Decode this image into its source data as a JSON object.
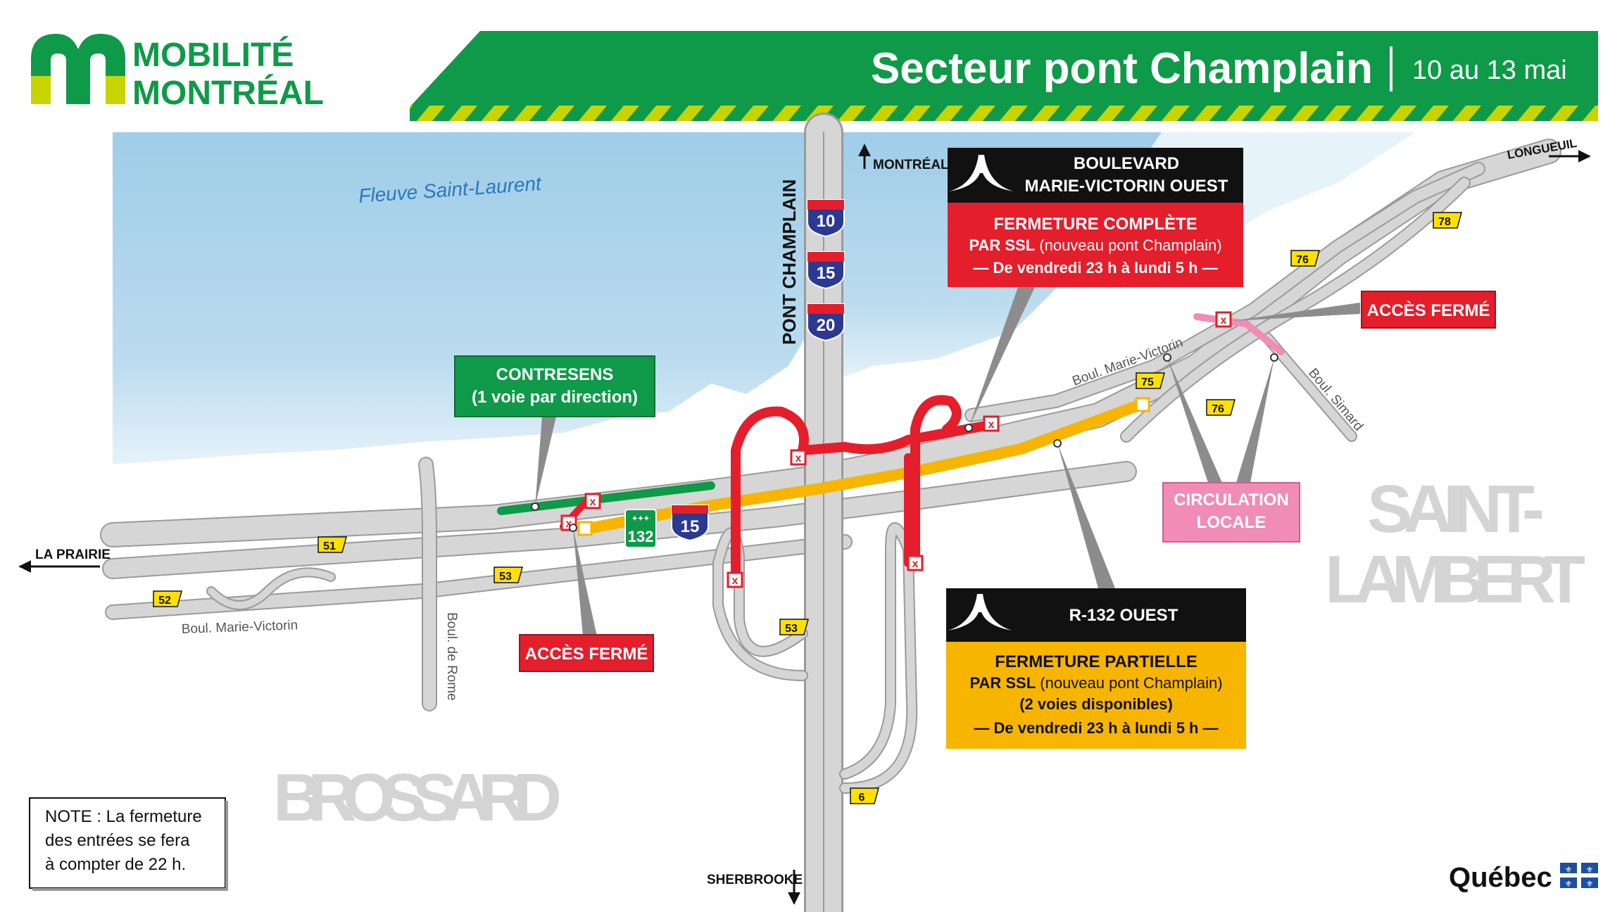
{
  "header": {
    "logo_line1": "MOBILITÉ",
    "logo_line2": "MONTRÉAL",
    "title": "Secteur pont Champlain",
    "dates": "10 au 13 mai"
  },
  "water_label": "Fleuve Saint-Laurent",
  "directions": {
    "montreal": "MONTRÉAL",
    "longueuil": "LONGUEUIL",
    "la_prairie": "LA PRAIRIE",
    "sherbrooke": "SHERBROOKE"
  },
  "bridge_label": "PONT CHAMPLAIN",
  "shields": {
    "a10": "10",
    "a15": "15",
    "a20": "20",
    "a15_small": "15",
    "r132": "132"
  },
  "exits": [
    "51",
    "52",
    "53",
    "53",
    "6",
    "75",
    "76",
    "76",
    "78"
  ],
  "street_labels": {
    "marie_victorin_west": "Boul. Marie-Victorin",
    "marie_victorin_east": "Boul. Marie-Victorin",
    "de_rome": "Boul. de Rome",
    "simard": "Boul. Simard"
  },
  "cities": {
    "brossard": "BROSSARD",
    "saint_lambert_1": "SAINT-",
    "saint_lambert_2": "LAMBERT"
  },
  "callouts": {
    "contresens": {
      "line1": "CONTRESENS",
      "line2": "(1 voie par direction)"
    },
    "acces_ferme_left": "ACCÈS FERMÉ",
    "acces_ferme_right": "ACCÈS FERMÉ",
    "circulation_locale": {
      "line1": "CIRCULATION",
      "line2": "LOCALE"
    },
    "boulevard_box": {
      "header1": "BOULEVARD",
      "header2": "MARIE-VICTORIN OUEST",
      "line1": "FERMETURE COMPLÈTE",
      "line2_bold": "PAR SSL",
      "line2_rest": " (nouveau pont Champlain)",
      "line3": "— De vendredi 23 h à lundi 5 h —"
    },
    "r132_box": {
      "header": "R-132 OUEST",
      "line1": "FERMETURE PARTIELLE",
      "line2_bold": "PAR SSL",
      "line2_rest": " (nouveau pont Champlain)",
      "line3": "(2 voies disponibles)",
      "line4": "— De vendredi 23 h à lundi 5 h —"
    }
  },
  "note": {
    "line1": "NOTE : La fermeture",
    "line2": "des entrées se fera",
    "line3": "à compter de 22 h."
  },
  "brand": "Québec",
  "colors": {
    "green": "#0e9a48",
    "lime": "#c8d400",
    "red": "#e41e2b",
    "orange": "#f7b500",
    "pink": "#f08cb6",
    "water": "#a9d3ea",
    "road": "#d3d3d3"
  }
}
